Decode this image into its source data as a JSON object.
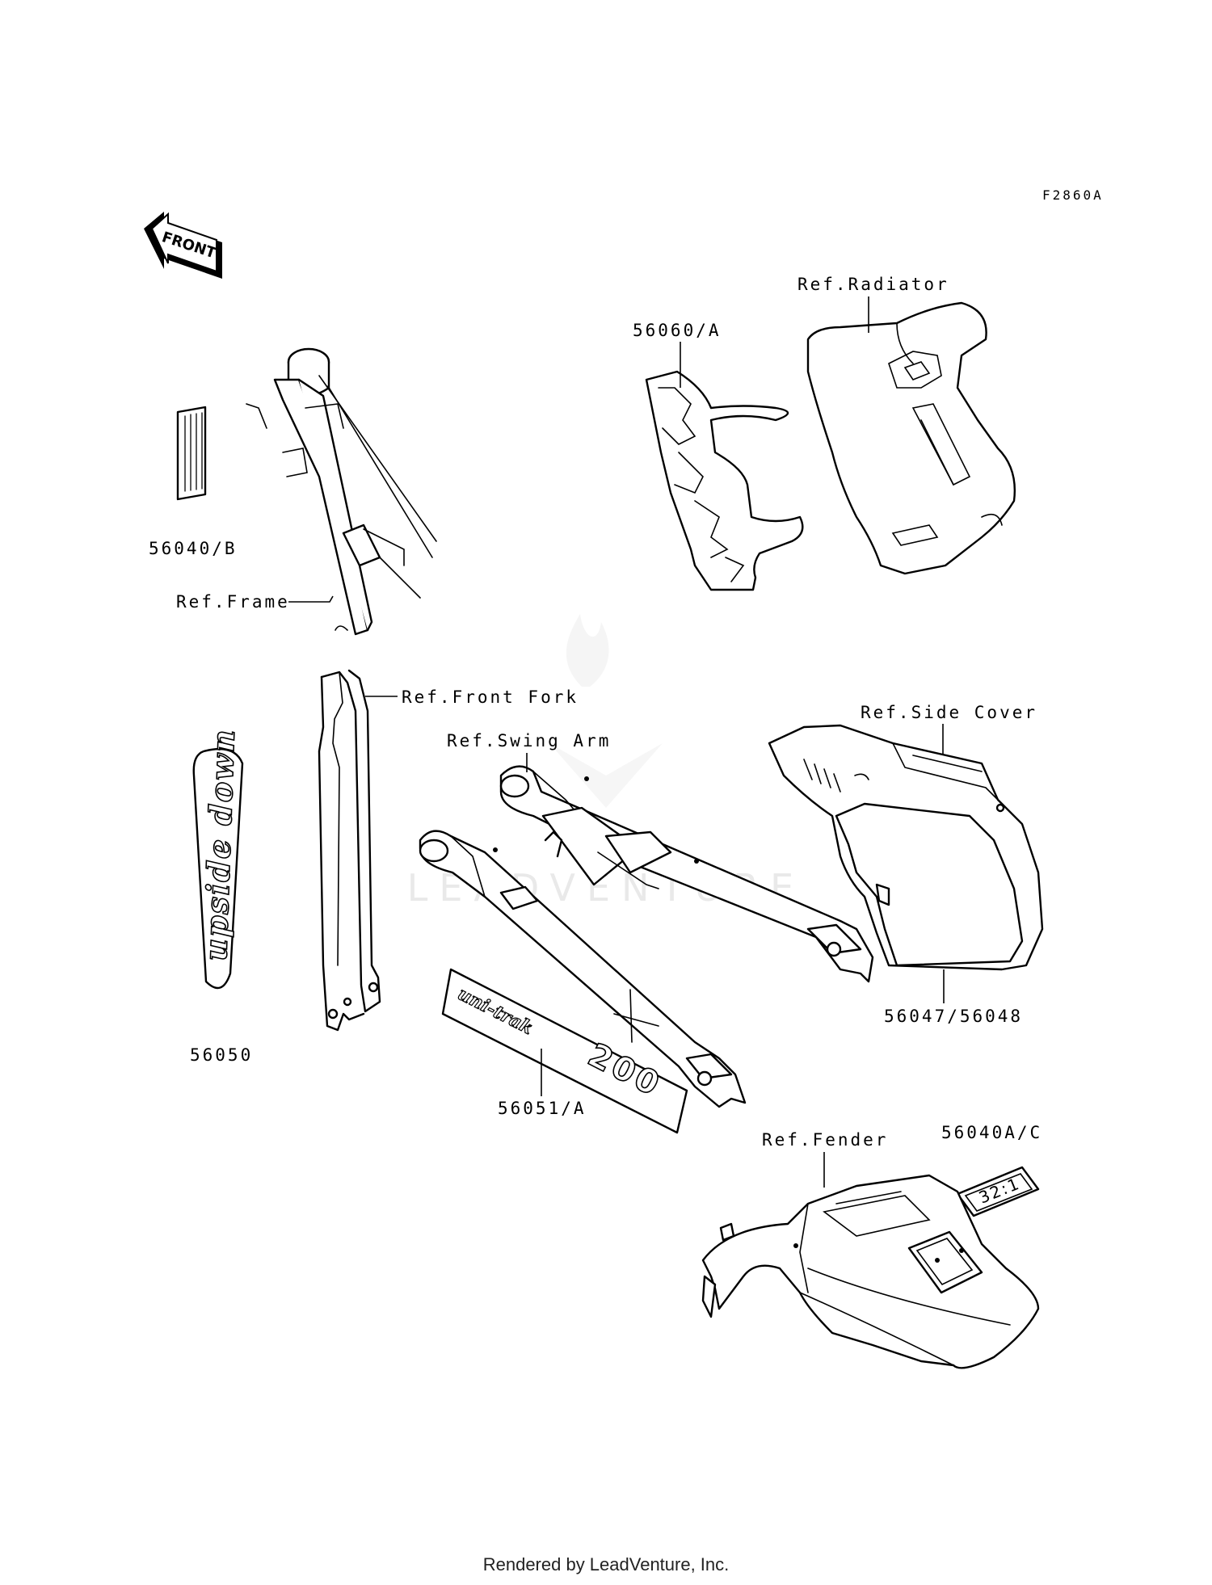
{
  "figure_code": "F2860A",
  "front_arrow_text": "FRONT",
  "labels": {
    "p56060": "56060/A",
    "radiator": "Ref.Radiator",
    "p56040b": "56040/B",
    "frame": "Ref.Frame",
    "front_fork": "Ref.Front Fork",
    "swing_arm": "Ref.Swing Arm",
    "side_cover": "Ref.Side Cover",
    "p56050": "56050",
    "p56047": "56047/56048",
    "p56051": "56051/A",
    "fender": "Ref.Fender",
    "p56040ac": "56040A/C"
  },
  "decals": {
    "upside_down_text": "upside down",
    "uni_trak_text": "uni-trak",
    "uni_trak_number": "200",
    "ratio_text": "32:1"
  },
  "watermark": "LEADVENTURE",
  "footer": "Rendered by LeadVenture, Inc."
}
